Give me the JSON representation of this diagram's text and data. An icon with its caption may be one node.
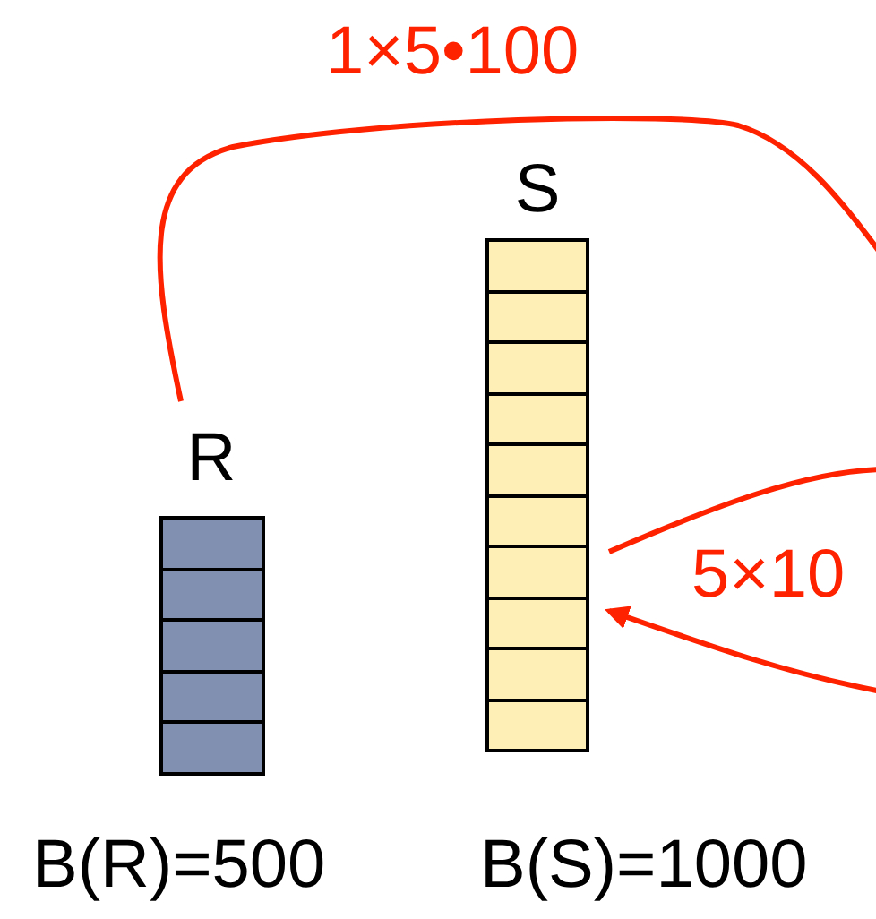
{
  "diagram": {
    "nodes": [
      {
        "text": [
          "R"
        ],
        "beside": [
          "B(R)=500"
        ]
      },
      {
        "text": [
          "S"
        ],
        "beside": [
          "B(S)=1000"
        ]
      }
    ],
    "edges": [
      {
        "from": 0,
        "to": null,
        "arrow": "none",
        "label": "1×5•100"
      },
      {
        "from": 1,
        "to": null,
        "arrow": "none"
      },
      {
        "from": null,
        "to": 1,
        "arrow": "to",
        "label": "5×10"
      }
    ]
  }
}
